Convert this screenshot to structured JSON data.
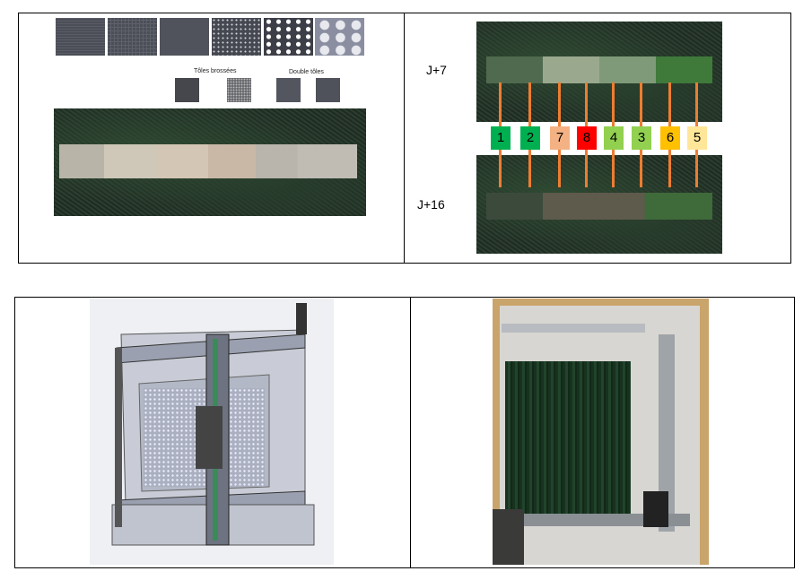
{
  "top_left": {
    "tile_patterns": [
      "fine-mesh",
      "grid-mesh",
      "plain",
      "micro-perforated",
      "small-holes",
      "large-holes"
    ],
    "label_brushed": "Tôles brossées",
    "label_double": "Double tôles"
  },
  "top_right": {
    "label_top": "J+7",
    "label_bottom": "J+16",
    "markers": [
      {
        "num": "1",
        "color": "#00b050"
      },
      {
        "num": "2",
        "color": "#00b050"
      },
      {
        "num": "7",
        "color": "#f4b183"
      },
      {
        "num": "8",
        "color": "#ff0000"
      },
      {
        "num": "4",
        "color": "#92d050"
      },
      {
        "num": "3",
        "color": "#92d050"
      },
      {
        "num": "6",
        "color": "#ffc000"
      },
      {
        "num": "5",
        "color": "#ffe699"
      }
    ],
    "arrow_color": "#ed7d31"
  }
}
